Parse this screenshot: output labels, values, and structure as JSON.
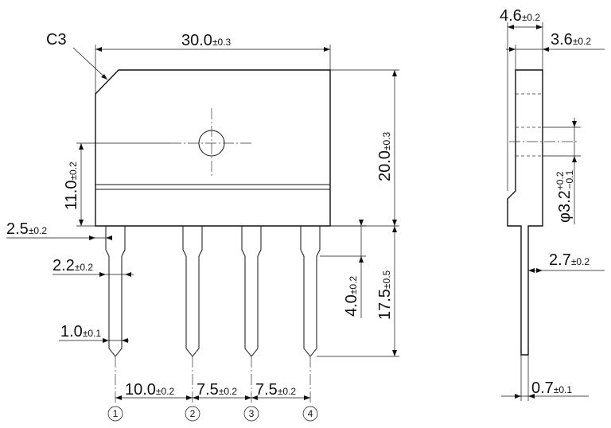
{
  "front_view": {
    "chamfer": "C3",
    "width": {
      "value": "30.0",
      "tol": "±0.3"
    },
    "height": {
      "value": "20.0",
      "tol": "±0.3"
    },
    "hole_height": {
      "value": "11.0",
      "tol": "±0.2"
    },
    "pin_offset": {
      "value": "2.5",
      "tol": "±0.2"
    },
    "pin_shoulder_width": {
      "value": "2.2",
      "tol": "±0.2"
    },
    "pin_tip_width": {
      "value": "1.0",
      "tol": "±0.1"
    },
    "shoulder_length": {
      "value": "4.0",
      "tol": "±0.2"
    },
    "lead_length": {
      "value": "17.5",
      "tol": "±0.5"
    },
    "pitch_1_2": {
      "value": "10.0",
      "tol": "±0.2"
    },
    "pitch_2_3": {
      "value": "7.5",
      "tol": "±0.2"
    },
    "pitch_3_4": {
      "value": "7.5",
      "tol": "±0.2"
    },
    "pins": [
      "①",
      "②",
      "③",
      "④"
    ]
  },
  "side_view": {
    "total_thickness": {
      "value": "4.6",
      "tol": "±0.2"
    },
    "body_thickness": {
      "value": "3.6",
      "tol": "±0.2"
    },
    "hole_diameter": {
      "value": "φ3.2",
      "tol_plus": "+0.2",
      "tol_minus": "−0.1"
    },
    "lead_position": {
      "value": "2.7",
      "tol": "±0.2"
    },
    "lead_thickness": {
      "value": "0.7",
      "tol": "±0.1"
    }
  }
}
